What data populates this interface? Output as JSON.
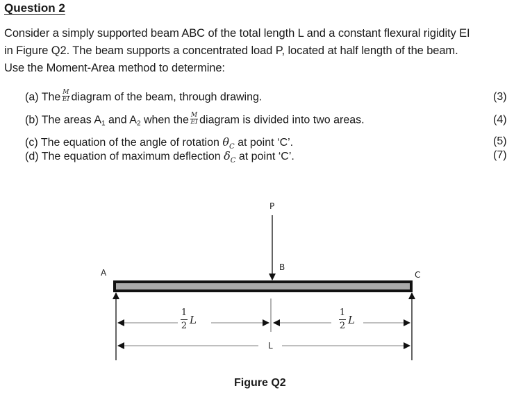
{
  "question": {
    "title": "Question 2",
    "paragraph_lines": [
      "Consider a simply supported beam ABC of the total length L and a constant flexural rigidity EI",
      "in Figure Q2. The beam supports a concentrated load P, located at half length of the beam.",
      "Use the Moment-Area method to determine:"
    ],
    "items": [
      {
        "label": "(a)",
        "pre": "The",
        "frac_num": "M",
        "frac_den": "EI",
        "post": "diagram of the beam, through drawing.",
        "marks": "(3)"
      },
      {
        "label": "(b)",
        "pre": "The areas A",
        "sub1": "1",
        "mid": " and A",
        "sub2": "2",
        "mid2": " when the",
        "frac_num": "M",
        "frac_den": "EI",
        "post": "diagram is divided into two areas.",
        "marks": "(4)"
      },
      {
        "label": "(c)",
        "pre": "The equation of the angle of rotation ",
        "symbol": "θ",
        "symbol_sub": "C",
        "post": " at point ‘C’.",
        "marks": "(5)"
      },
      {
        "label": "(d)",
        "pre": "The equation of maximum deflection ",
        "symbol": "δ",
        "symbol_sub": "C",
        "post": " at point ‘C’.",
        "marks": "(7)"
      }
    ]
  },
  "figure": {
    "caption": "Figure Q2",
    "labels": {
      "A": "A",
      "B": "B",
      "C": "C",
      "P": "P",
      "L": "L"
    },
    "half_dim": {
      "num": "1",
      "den": "2",
      "var": "L"
    },
    "colors": {
      "beam_fill": "#a9a9a9",
      "beam_outline": "#111111",
      "dim_line": "#888888"
    }
  }
}
